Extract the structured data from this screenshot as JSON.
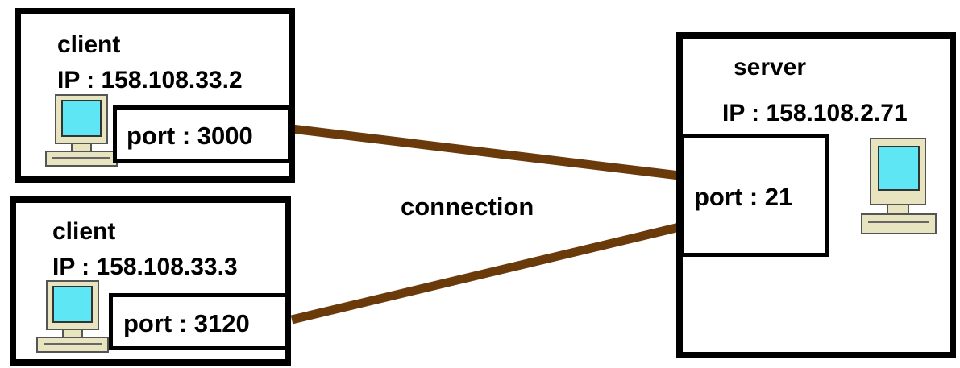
{
  "clients": [
    {
      "title": "client",
      "ip": "IP : 158.108.33.2",
      "port": "port : 3000"
    },
    {
      "title": "client",
      "ip": "IP : 158.108.33.3",
      "port": "port : 3120"
    }
  ],
  "server": {
    "title": "server",
    "ip": "IP : 158.108.2.71",
    "port": "port : 21"
  },
  "connection_label": "connection",
  "colors": {
    "connection": "#6b3a0a",
    "screen": "#5fe6f5",
    "computer_body": "#e8e4c0",
    "border": "#000000"
  },
  "icons": [
    "computer-icon"
  ]
}
